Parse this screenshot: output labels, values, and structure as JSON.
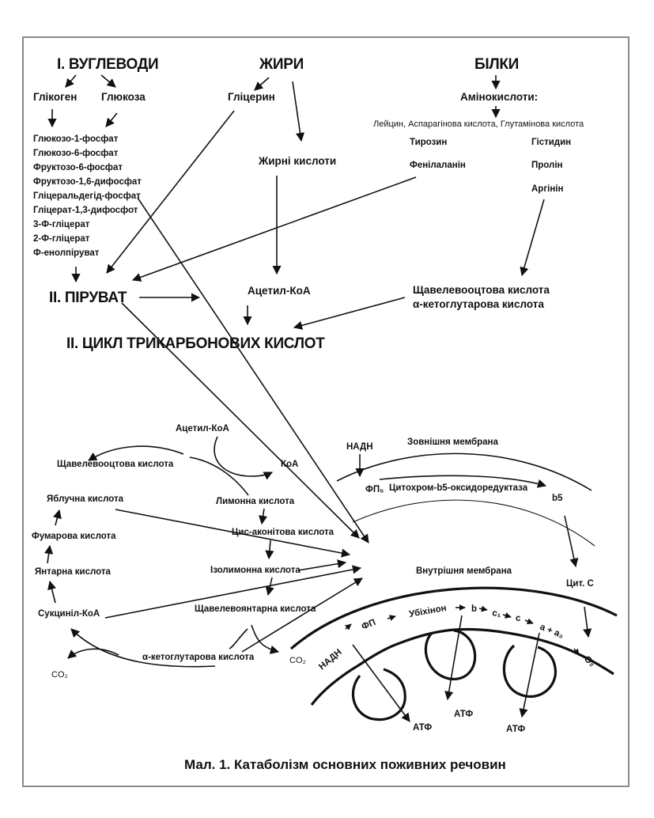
{
  "groups": {
    "carbs": "I. ВУГЛЕВОДИ",
    "fats": "ЖИРИ",
    "proteins": "БІЛКИ"
  },
  "carbs": {
    "glycogen": "Глікоген",
    "glucose": "Глюкоза",
    "chain": [
      "Глюкозо-1-фосфат",
      "Глюкозо-6-фосфат",
      "Фруктозо-6-фосфат",
      "Фруктозо-1,6-дифосфат",
      "Гліцеральдегід-фосфат",
      "Гліцерат-1,3-дифосфот",
      "3-Ф-гліцерат",
      "2-Ф-гліцерат",
      "Ф-енолпіруват"
    ]
  },
  "fats": {
    "glycerol": "Гліцерин",
    "fatty_acids": "Жирні кислоти",
    "acetyl_coa": "Ацетил-КоА"
  },
  "proteins": {
    "amino_acids": "Амінокислоти:",
    "group1": "Лейцин, Аспарагінова кислота, Глутамінова кислота",
    "tyrosine": "Тирозин",
    "phenylalanine": "Фенілаланін",
    "histidine": "Гістидин",
    "proline": "Пролін",
    "arginine": "Аргінін",
    "oxaloacetate": "Щавелевооцтова кислота",
    "ketoglutarate": "α-кетоглутарова кислота"
  },
  "pyruvate": "II. ПІРУВАТ",
  "tca_title": "II. ЦИКЛ ТРИКАРБОНОВИХ КИСЛОТ",
  "cycle": {
    "acetyl_coa": "Ацетил-КоА",
    "coa": "КоА",
    "oxaloacetate": "Щавелевооцтова кислота",
    "malate": "Яблучна кислота",
    "fumarate": "Фумарова кислота",
    "succinate": "Янтарна кислота",
    "succinyl_coa": "Сукциніл-КоА",
    "co2_left": "CO₂",
    "citrate": "Лимонна кислота",
    "cis_aconitate": "Цис-аконітова кислота",
    "isocitrate": "Ізолимонна кислота",
    "oxalosuccinate": "Щавелевоянтарна кислота",
    "ketoglutarate": "α-кетоглутарова кислота",
    "co2_right": "CO₂"
  },
  "membrane": {
    "nadh_outer": "НАДН",
    "outer_label": "Зовнішня мембрана",
    "fp5": "ФП₅",
    "cyt_b5_reductase": "Цитохром-b5-оксидоредуктаза",
    "b5": "b5",
    "cyt_c": "Цит. С",
    "inner_label": "Внутрішня мембрана",
    "nadh_inner": "НАДН",
    "fp": "ФП",
    "ubiquinone": "Убіхінон",
    "b": "b",
    "c1": "c₁",
    "c": "c",
    "aa3": "a + a₃",
    "o2": "O₂",
    "atp": [
      "АТФ",
      "АТФ",
      "АТФ"
    ]
  },
  "caption": "Мал. 1. Катаболізм основних поживних речовин"
}
